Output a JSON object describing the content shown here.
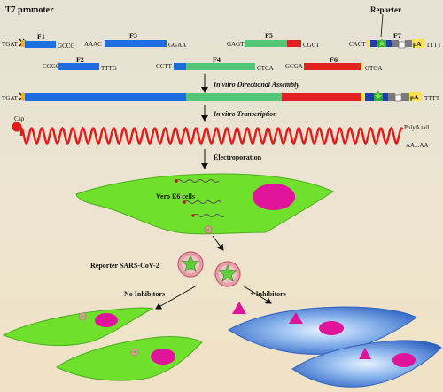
{
  "header": {
    "promoter_label": "T7 promoter",
    "reporter_label": "Reporter"
  },
  "fragments": {
    "f1": {
      "label": "F1",
      "left_overhang": "TGAT",
      "right_overhang": "GCCG"
    },
    "f2": {
      "label": "F2",
      "left_overhang": "CGGC",
      "right_overhang": "TTTG"
    },
    "f3": {
      "label": "F3",
      "left_overhang": "AAAC",
      "right_overhang": "GGAA"
    },
    "f4": {
      "label": "F4",
      "left_overhang": "CCTT",
      "right_overhang": "CTCA"
    },
    "f5": {
      "label": "F5",
      "left_overhang": "GAGT",
      "right_overhang": "CGCT"
    },
    "f6": {
      "label": "F6",
      "left_overhang": "GCGA",
      "right_overhang": "GTGA"
    },
    "f7": {
      "label": "F7",
      "left_overhang": "CACT",
      "right_overhang": "TTTT",
      "polya_badge": "pA"
    }
  },
  "assembled": {
    "left_overhang": "TGAT",
    "right_overhang": "TTTT",
    "polya_badge": "pA"
  },
  "steps": {
    "assembly": "In vitro Directional Assembly",
    "transcription": "In vitro Transcription",
    "electroporation": "Electroporation"
  },
  "rna": {
    "cap_label": "Cap",
    "polya_label": "PolyA tail",
    "polya_seq": "AA...AA"
  },
  "cells": {
    "vero_label": "Vero E6 cells",
    "virus_label": "Reporter SARS-CoV-2",
    "no_inhibitors_label": "No Inhibitors",
    "inhibitors_label": "+ Inhibitors"
  },
  "colors": {
    "background": "#ece3cf",
    "blue": "#1f6ee0",
    "green": "#52c777",
    "red": "#e02222",
    "yellow": "#ffe14d",
    "cell_green": "#6fe02b",
    "nucleus": "#e0149a",
    "cell_blue": "#4a86d8",
    "rna_red": "#e31b1b",
    "virus": "#e8a0a8"
  }
}
